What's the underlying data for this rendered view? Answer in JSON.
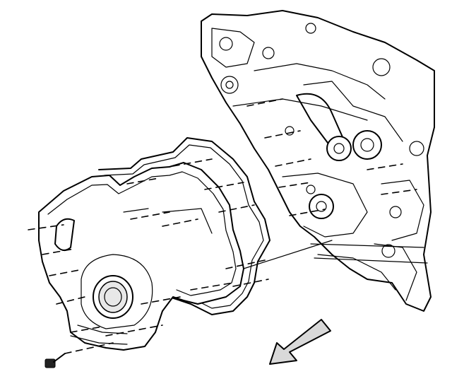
{
  "figure": {
    "kind": "exploded-view",
    "parts": [
      "engine-block",
      "front-cover-gasket",
      "front-cover",
      "front-cover-bolt",
      "direction-arrow"
    ]
  },
  "colors": {
    "line": "#000000",
    "background": "#ffffff",
    "arrow_fill": "#d9d9d9"
  }
}
